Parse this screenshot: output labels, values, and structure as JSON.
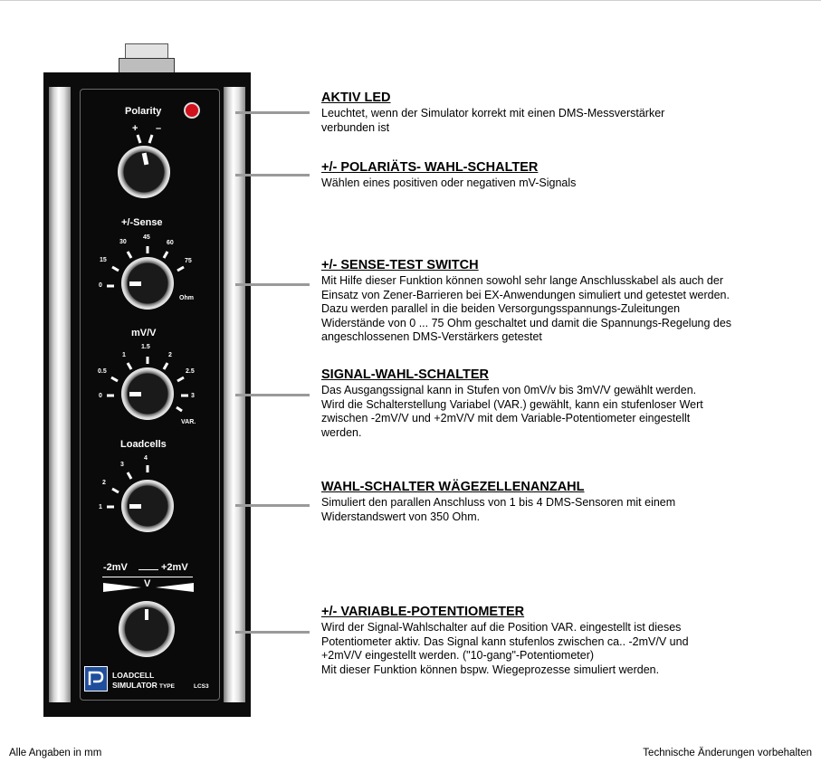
{
  "device": {
    "polarity_label": "Polarity",
    "polarity_plus": "+",
    "polarity_minus": "–",
    "sense_label": "+/-Sense",
    "sense_ticks": [
      "0",
      "15",
      "30",
      "45",
      "60",
      "75"
    ],
    "sense_unit": "Ohm",
    "mvv_label": "mV/V",
    "mvv_ticks": [
      "0",
      "0.5",
      "1",
      "1.5",
      "2",
      "2.5",
      "3"
    ],
    "mvv_var": "VAR.",
    "loadcells_label": "Loadcells",
    "loadcells_ticks": [
      "1",
      "2",
      "3",
      "4"
    ],
    "pot_minus": "-2mV",
    "pot_plus": "+2mV",
    "pot_v": "V",
    "brand_line1": "LOADCELL",
    "brand_line2": "SIMULATOR",
    "type_label": "TYPE",
    "type_value": "LCS3",
    "led_color": "#d0101c",
    "logo_color": "#1f4e9c"
  },
  "descriptions": [
    {
      "title": "AKTIV LED",
      "lines": [
        "Leuchtet, wenn der Simulator korrekt mit einen DMS-Messverstärker",
        "verbunden ist"
      ]
    },
    {
      "title": "+/- POLARIÄTS- WAHL-SCHALTER",
      "lines": [
        "Wählen eines positiven oder negativen mV-Signals"
      ]
    },
    {
      "title": "+/- SENSE-TEST SWITCH",
      "lines": [
        "Mit Hilfe dieser Funktion können sowohl sehr lange Anschlusskabel als auch der",
        "Einsatz von Zener-Barrieren bei EX-Anwendungen simuliert und getestet werden.",
        "Dazu werden parallel in die beiden Versorgungsspannungs-Zuleitungen",
        "Widerstände von 0 ... 75 Ohm geschaltet und damit die Spannungs-Regelung des",
        "angeschlossenen DMS-Verstärkers getestet"
      ]
    },
    {
      "title": "SIGNAL-WAHL-SCHALTER",
      "lines": [
        "Das Ausgangssignal kann in Stufen von 0mV/v bis 3mV/V gewählt werden.",
        "Wird die Schalterstellung Variabel (VAR.) gewählt, kann ein stufenloser Wert",
        "zwischen -2mV/V und +2mV/V mit dem Variable-Potentiometer eingestellt",
        "werden."
      ]
    },
    {
      "title": "WAHL-SCHALTER WÄGEZELLENANZAHL",
      "lines": [
        "Simuliert den parallen Anschluss von 1 bis 4 DMS-Sensoren mit  einem",
        "Widerstandswert von 350 Ohm."
      ]
    },
    {
      "title": "+/- VARIABLE-POTENTIOMETER",
      "lines": [
        "Wird der Signal-Wahlschalter auf die Position VAR. eingestellt ist dieses",
        "Potentiometer aktiv. Das Signal kann stufenlos zwischen ca.. -2mV/V und",
        "+2mV/V eingestellt werden. (\"10-gang\"-Potentiometer)",
        "Mit dieser Funktion können bspw. Wiegeprozesse simuliert werden."
      ]
    }
  ],
  "footer": {
    "left": "Alle Angaben in mm",
    "right": "Technische Änderungen vorbehalten"
  }
}
